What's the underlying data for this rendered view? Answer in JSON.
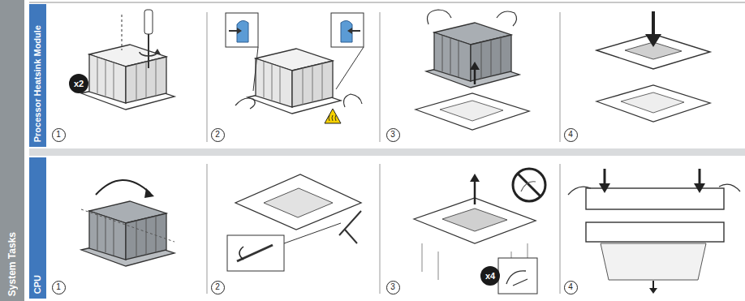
{
  "diagram": {
    "nodes": [
      {
        "text": [
          "System Tasks"
        ]
      },
      {
        "text": [
          "Processor Heatsink Module"
        ]
      },
      {
        "text": [
          "CPU"
        ]
      }
    ],
    "labels": [
      "x2",
      "1",
      "2",
      "3",
      "4",
      "1",
      "2",
      "x4",
      "3",
      "4"
    ]
  }
}
